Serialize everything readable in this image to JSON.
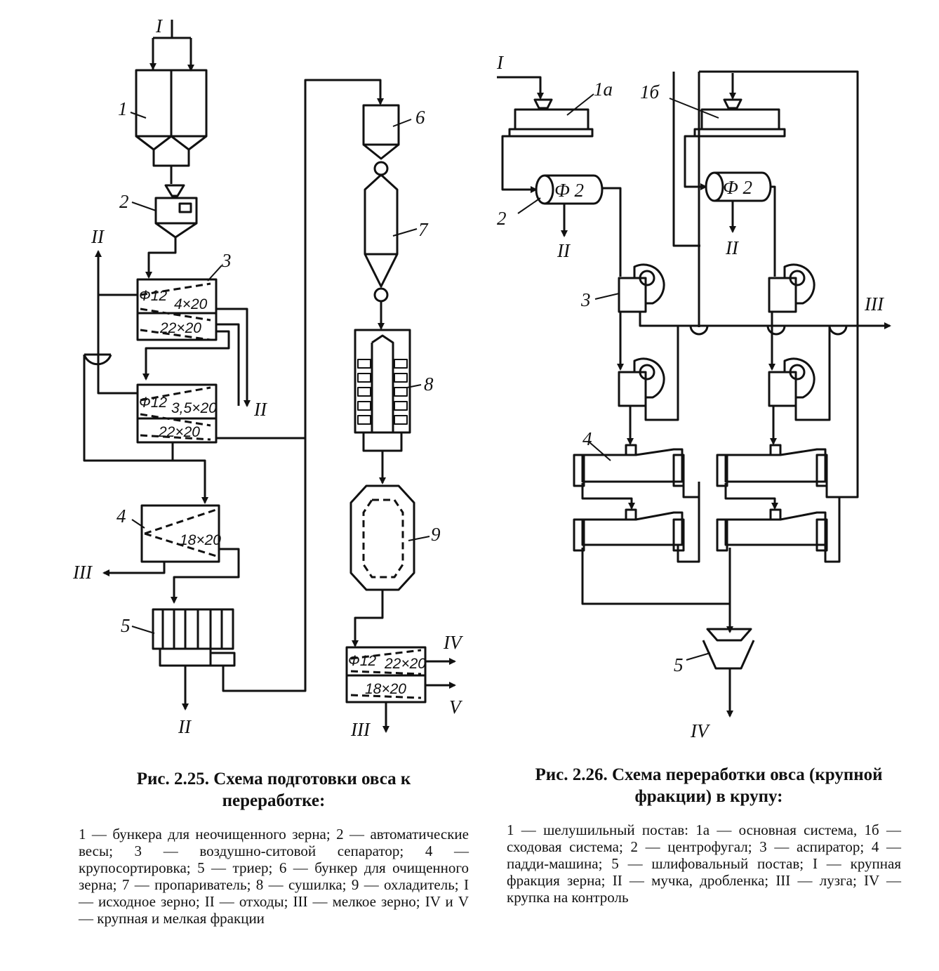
{
  "fig25": {
    "caption": "Рис. 2.25. Схема подготовки овса к переработке:",
    "legend": "1 — бункера для неочищенного зерна; 2 — автоматические весы; 3 — воздушно-ситовой сепаратор; 4 — крупосортировка; 5 — триер; 6 — бункер для очищенного зерна; 7 — пропариватель; 8 — сушилка; 9 — охладитель; I — исходное зерно; II — отходы; III — мелкое зерно; IV и V — крупная и мелкая фракции",
    "labels": {
      "n1": "1",
      "n2": "2",
      "n3": "3",
      "n4": "4",
      "n5": "5",
      "n6": "6",
      "n7": "7",
      "n8": "8",
      "n9": "9",
      "rI": "I",
      "rII_a": "II",
      "rII_b": "II",
      "rII_c": "II",
      "rIII_a": "III",
      "rIII_b": "III",
      "rIV": "IV",
      "rV": "V"
    },
    "sieves": {
      "s1": "Ф12",
      "s2": "4×20",
      "s3": "22×20",
      "s4": "Ф12",
      "s5": "3,5×20",
      "s6": "22×20",
      "s7": "18×20",
      "s8": "Ф12",
      "s9": "22×20",
      "s10": "18×20"
    }
  },
  "fig26": {
    "caption": "Рис. 2.26. Схема переработки овса (крупной фракции) в крупу:",
    "legend": "1 — шелушильный постав: 1а — основная система, 1б — сходовая система; 2 — центрофугал; 3 — аспиратор; 4 — падди-машина; 5 — шлифовальный постав; I — крупная фракция зерна; II — мучка, дробленка; III — лузга; IV — крупка на контроль",
    "labels": {
      "n1a": "1а",
      "n1b": "1б",
      "n2a": "Ф 2",
      "n2b": "Ф 2",
      "n2": "2",
      "n3": "3",
      "n4": "4",
      "n5": "5",
      "rI": "I",
      "rII_a": "II",
      "rII_b": "II",
      "rIII": "III",
      "rIV": "IV"
    }
  }
}
